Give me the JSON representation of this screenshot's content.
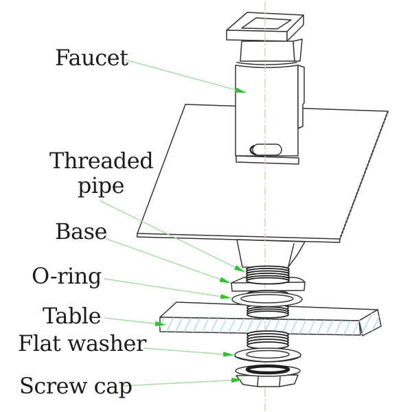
{
  "diagram": {
    "type": "exploded-assembly-drawing",
    "subject": "Faucet mounted through a table top",
    "labels": [
      {
        "id": "faucet",
        "text": "Faucet",
        "target": "faucet-body"
      },
      {
        "id": "threaded-pipe",
        "text": "Threaded pipe",
        "target": "threaded-pipe"
      },
      {
        "id": "base",
        "text": "Base",
        "target": "base-flange"
      },
      {
        "id": "o-ring",
        "text": "O-ring",
        "target": "o-ring"
      },
      {
        "id": "table",
        "text": "Table",
        "target": "table-slab"
      },
      {
        "id": "flat-washer",
        "text": "Flat washer",
        "target": "flat-washer"
      },
      {
        "id": "screw-cap",
        "text": "Screw cap",
        "target": "screw-cap"
      }
    ],
    "parts": [
      "faucet",
      "threaded pipe",
      "base",
      "o-ring",
      "table",
      "flat washer",
      "screw cap"
    ],
    "colors": {
      "line": "#333333",
      "thread_line": "#222222",
      "leader_line": "#a5d9a5",
      "arrowhead": "#2ec42e",
      "hatch": "#a9e0da",
      "centerline": "#e8c3b4",
      "text": "#1c1c1c",
      "background": "#ffffff"
    }
  }
}
